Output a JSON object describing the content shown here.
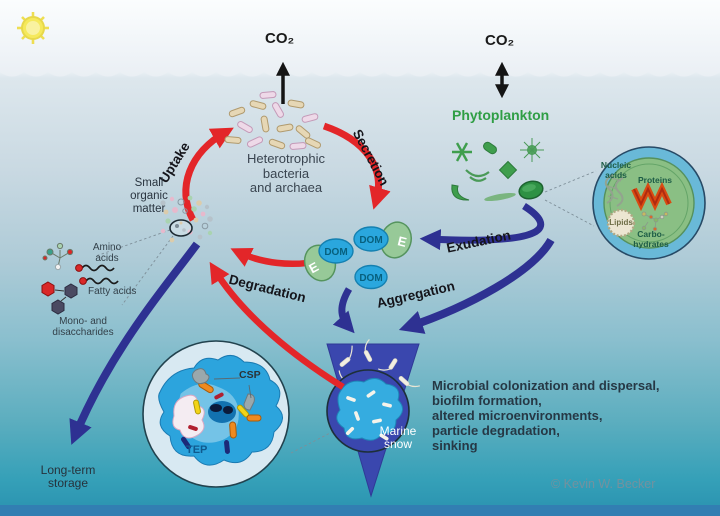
{
  "atmosphere": {
    "co2": "CO₂"
  },
  "organisms": {
    "heterotrophic": [
      "Heterotrophic",
      "bacteria",
      "and archaea"
    ],
    "phytoplankton": "Phytoplankton"
  },
  "processes": {
    "uptake": "Uptake",
    "secretion": "Secretion",
    "exudation": "Exudation",
    "degradation": "Degradation",
    "aggregation": "Aggregation"
  },
  "pools": {
    "small_organic_matter": [
      "Small",
      "organic",
      "matter"
    ],
    "dom": "DOM",
    "enzyme": "E",
    "long_term": [
      "Long-term",
      "storage"
    ],
    "marine_snow": [
      "Marine",
      "snow"
    ]
  },
  "molecules": {
    "amino": [
      "Amino",
      "acids"
    ],
    "fatty": "Fatty acids",
    "mono": [
      "Mono- and",
      "disaccharides"
    ]
  },
  "cell_inset": {
    "nucleic": [
      "Nucleic",
      "acids"
    ],
    "proteins": "Proteins",
    "lipids": "Lipids",
    "carbo": [
      "Carbo-",
      "hydrates"
    ]
  },
  "particle_inset": {
    "csp": "CSP",
    "tep": "TEP"
  },
  "annotations": {
    "lines": [
      "Microbial colonization and dispersal,",
      "biofilm formation,",
      "altered microenvironments,",
      "particle degradation,",
      "sinking"
    ]
  },
  "footer": {
    "copyright": "© Kevin W. Becker"
  },
  "colors": {
    "red_arrow": "#e32629",
    "navy_arrow": "#2e3192",
    "funnel_blue": "#3a47ae",
    "marine_snow_particle": "#35ace0",
    "dom_fill": "#2aa7de",
    "enzyme_green": "#97c998",
    "phytoplankton_green": "#2f9e45",
    "water_top": "#dde7ed",
    "water_bottom": "#2d96b2",
    "sun_yellow": "#f5e95c"
  }
}
